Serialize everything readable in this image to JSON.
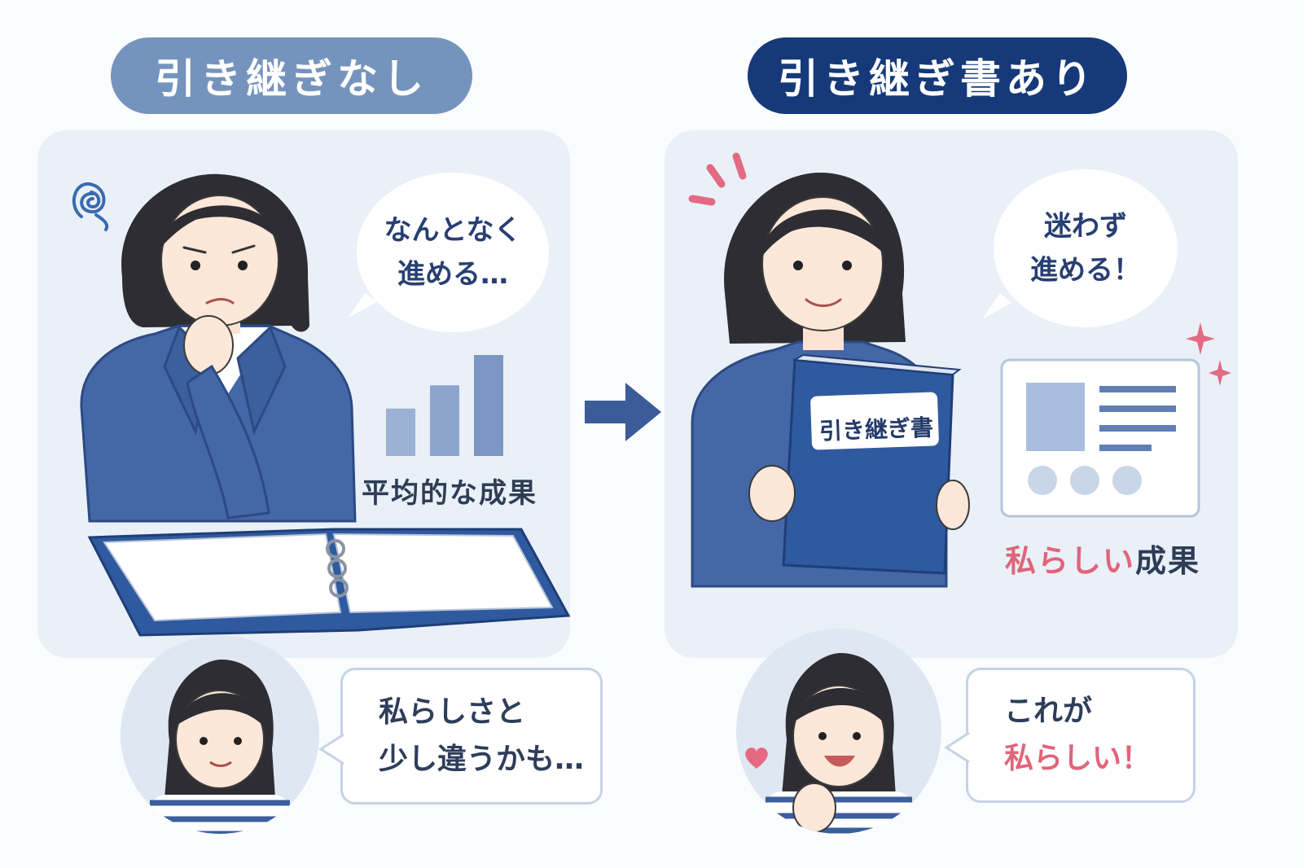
{
  "left": {
    "header": "引き継ぎなし",
    "bubble_lines": [
      "なんとなく",
      "進める…"
    ],
    "result_caption": "平均的な成果",
    "chart_bar_levels": [
      0.47,
      0.7,
      1.0
    ],
    "quote_lines": [
      "私らしさと",
      "少し違うかも…"
    ]
  },
  "right": {
    "header": "引き継ぎ書あり",
    "bubble_lines": [
      "迷わず",
      "進める！"
    ],
    "binder_label": "引き継ぎ書",
    "result_caption_highlight": "私らしい",
    "result_caption_rest": "成果",
    "quote_line1": "これが",
    "quote_line2": "私らしい！"
  },
  "colors": {
    "left_header": "#7594bd",
    "right_header": "#16397a",
    "panel": "#eaf0f8",
    "jacket": "#4467a8",
    "accent_pink": "#e0647a"
  }
}
